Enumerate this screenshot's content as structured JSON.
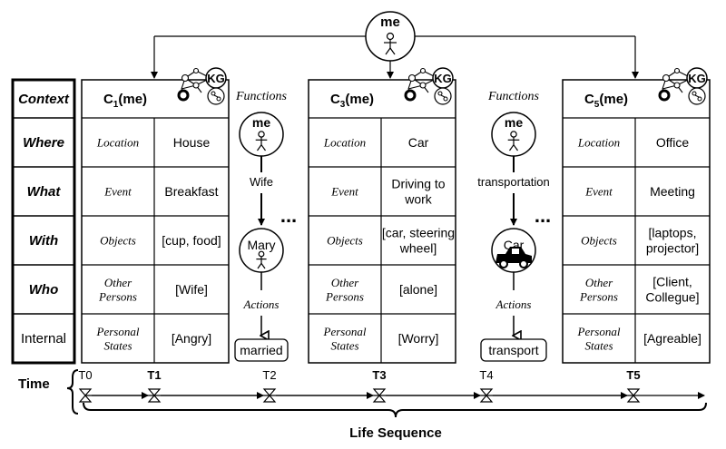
{
  "me_label": "me",
  "kg_label": "KG",
  "row_headers": [
    "Context",
    "Where",
    "What",
    "With",
    "Who",
    "Internal"
  ],
  "contexts": [
    {
      "title_base": "C",
      "title_sub": "1",
      "title_rest": "(me)",
      "rows": [
        {
          "key": "Location",
          "value": "House"
        },
        {
          "key": "Event",
          "value": "Breakfast"
        },
        {
          "key": "Objects",
          "value": "[cup, food]"
        },
        {
          "key": "Other\nPersons",
          "value": "[Wife]"
        },
        {
          "key": "Personal\nStates",
          "value": "[Angry]"
        }
      ]
    },
    {
      "title_base": "C",
      "title_sub": "3",
      "title_rest": "(me)",
      "rows": [
        {
          "key": "Location",
          "value": "Car"
        },
        {
          "key": "Event",
          "value": "Driving to\nwork"
        },
        {
          "key": "Objects",
          "value": "[car, steering\nwheel]"
        },
        {
          "key": "Other\nPersons",
          "value": "[alone]"
        },
        {
          "key": "Personal\nStates",
          "value": "[Worry]"
        }
      ]
    },
    {
      "title_base": "C",
      "title_sub": "5",
      "title_rest": "(me)",
      "rows": [
        {
          "key": "Location",
          "value": "Office"
        },
        {
          "key": "Event",
          "value": "Meeting"
        },
        {
          "key": "Objects",
          "value": "[laptops,\nprojector]"
        },
        {
          "key": "Other\nPersons",
          "value": "[Client,\nCollegue]"
        },
        {
          "key": "Personal\nStates",
          "value": "[Agreable]"
        }
      ]
    }
  ],
  "function_columns": [
    {
      "header": "Functions",
      "top_node": "me",
      "edge_label": "Wife",
      "bottom_node": "Mary",
      "actions_label": "Actions",
      "action_box": "married"
    },
    {
      "header": "Functions",
      "top_node": "me",
      "edge_label": "transportation",
      "bottom_node": "Car",
      "actions_label": "Actions",
      "action_box": "transport"
    }
  ],
  "ellipsis": "...",
  "time_label": "Time",
  "ticks": [
    {
      "label": "T0",
      "bold": false
    },
    {
      "label": "T1",
      "bold": true
    },
    {
      "label": "T2",
      "bold": false
    },
    {
      "label": "T3",
      "bold": true
    },
    {
      "label": "T4",
      "bold": false
    },
    {
      "label": "T5",
      "bold": true
    }
  ],
  "life_sequence_label": "Life Sequence"
}
